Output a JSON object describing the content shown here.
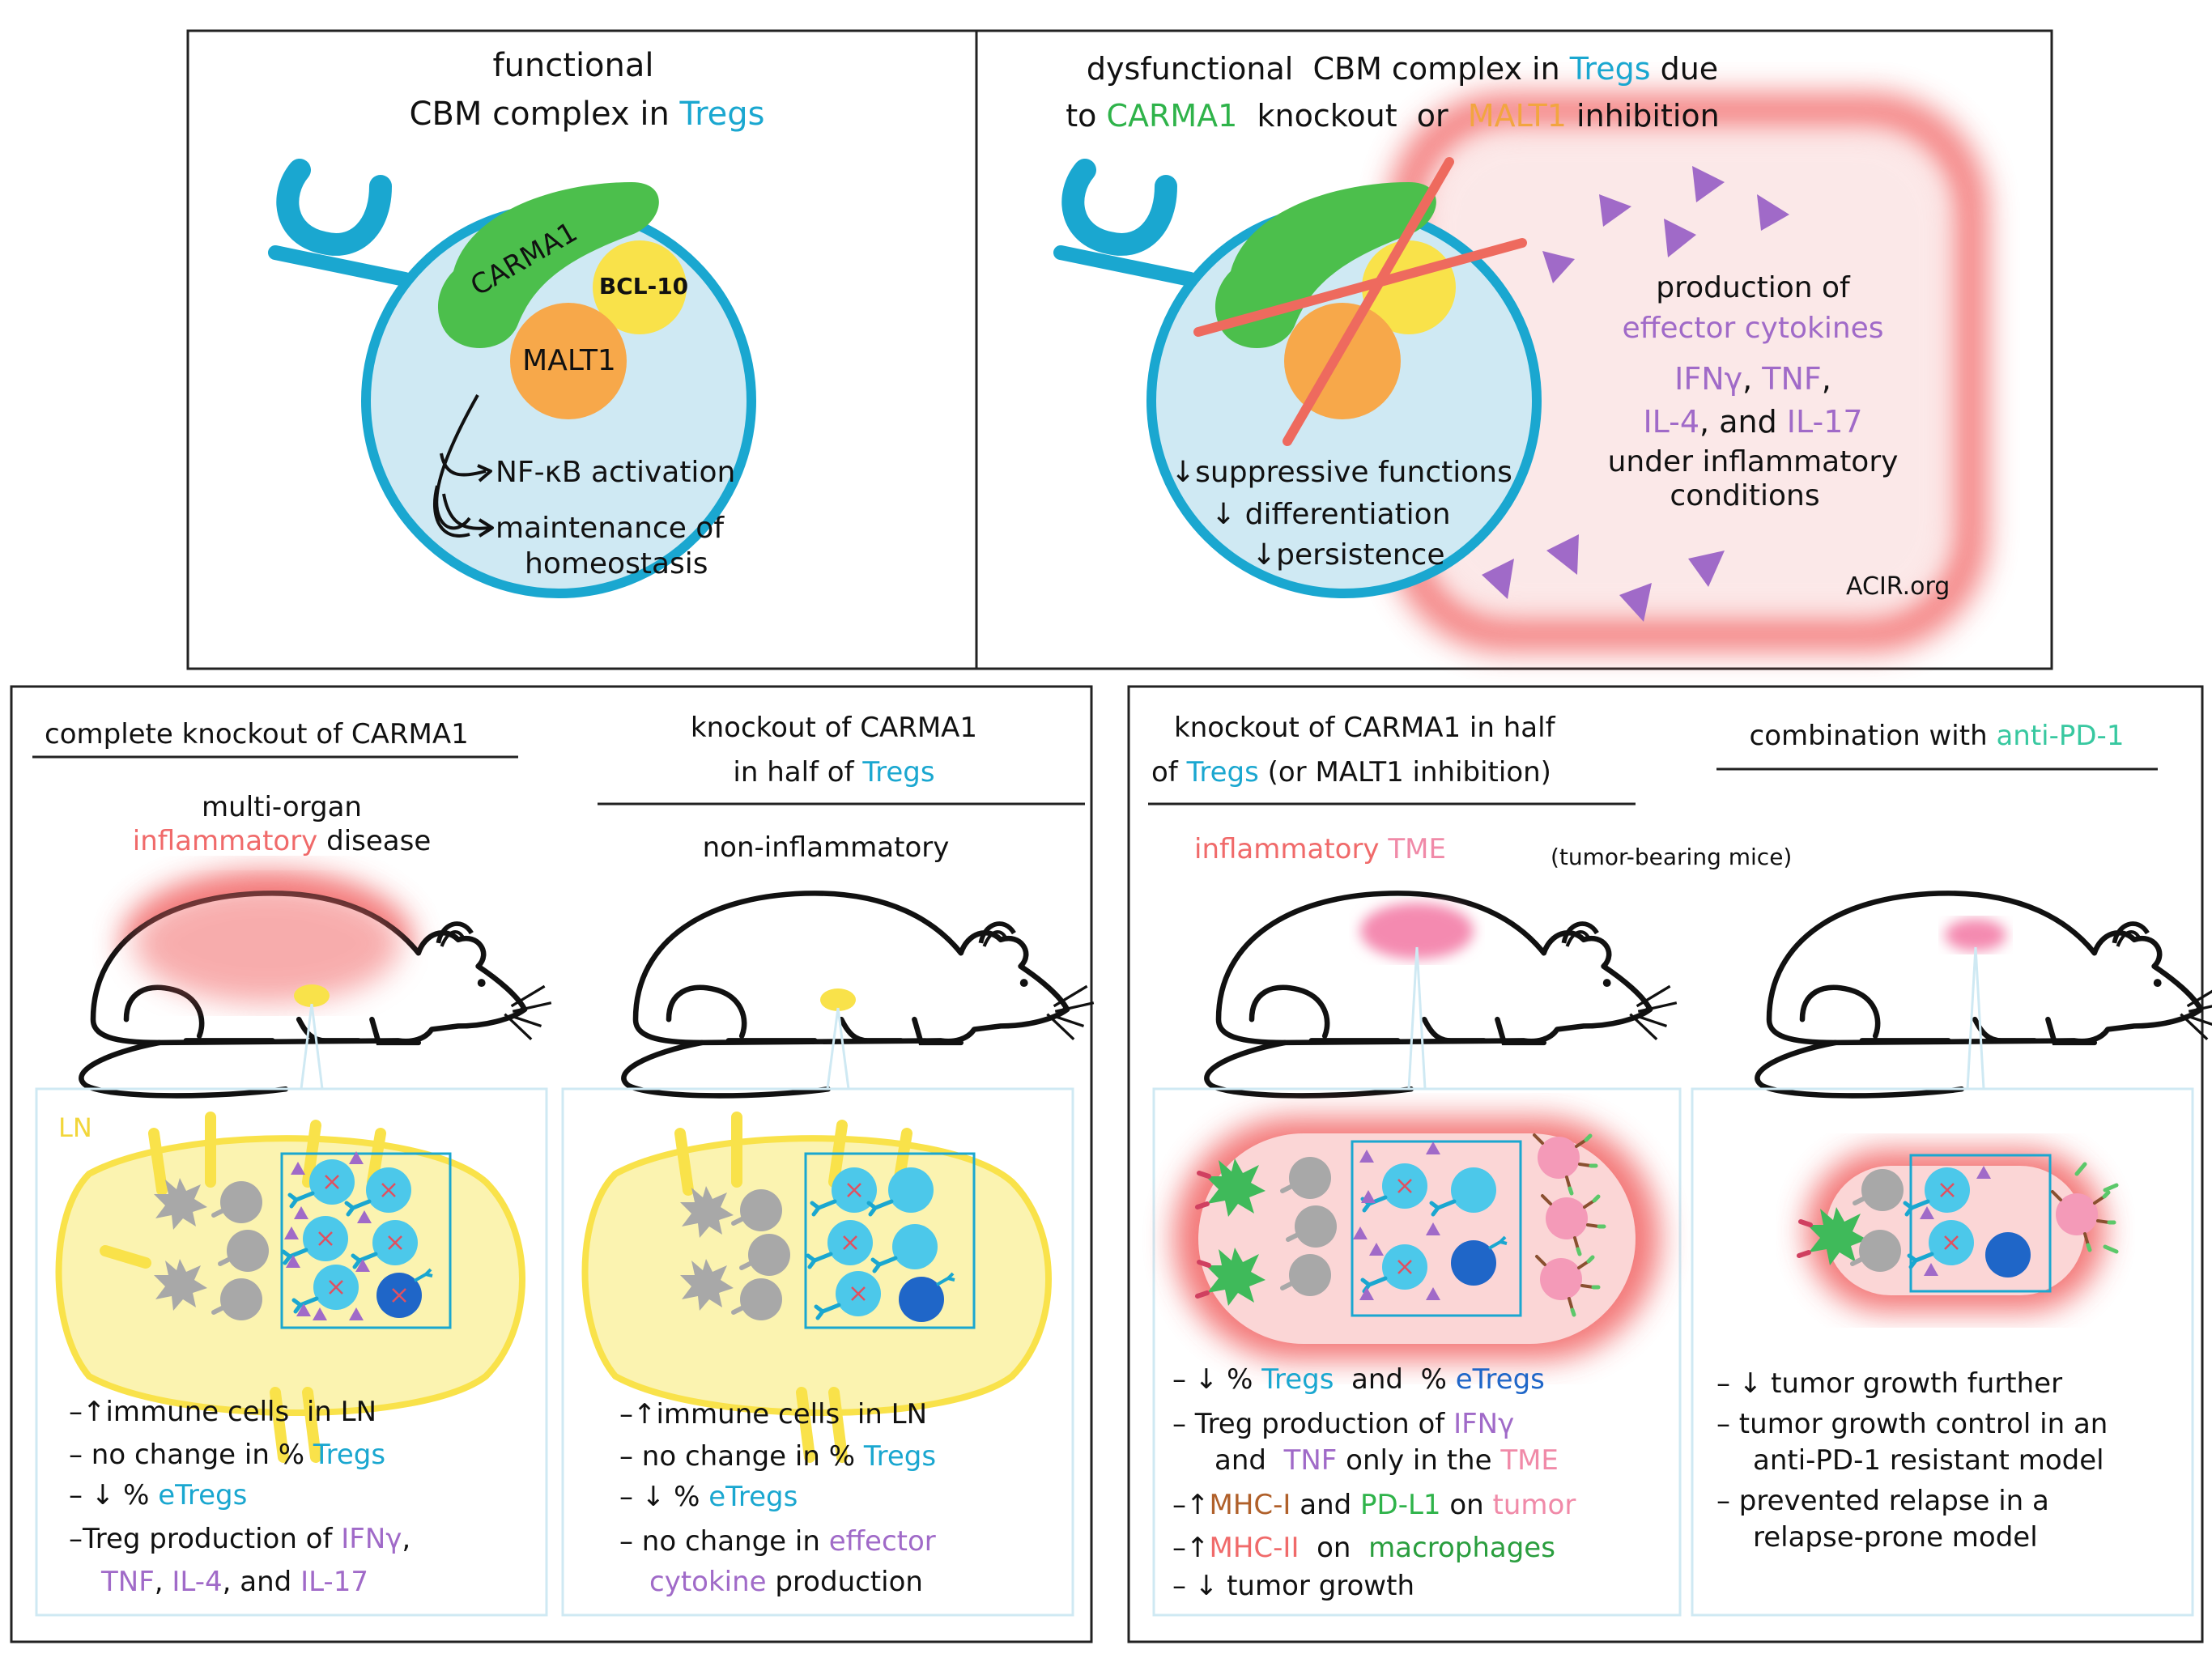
{
  "top_left": {
    "title_line1": "functional",
    "title_line2_a": "CBM complex in ",
    "title_line2_b": "Tregs",
    "carma1": "CARMA1",
    "bcl10": "BCL-10",
    "malt1": "MALT1",
    "arrow1": "NF-κB activation",
    "arrow2_line1": "maintenance of",
    "arrow2_line2": "homeostasis"
  },
  "top_right": {
    "title_line1_a": "dysfunctional  CBM complex in ",
    "title_line1_b": "Tregs",
    "title_line1_c": " due",
    "title_line2_a": "to ",
    "title_line2_b": "CARMA1",
    "title_line2_c": "  knockout  or  ",
    "title_line2_d": "MALT1",
    "title_line2_e": " inhibition",
    "effects": [
      "↓suppressive functions",
      "↓ differentiation",
      "↓persistence"
    ],
    "prod_line1": "production of",
    "prod_line2": "effector cytokines",
    "prod_line3_a": "IFNγ",
    "prod_line3_b": ", ",
    "prod_line3_c": "TNF",
    "prod_line3_d": ",",
    "prod_line4_a": "IL-4",
    "prod_line4_b": ", and ",
    "prod_line4_c": "IL-17",
    "prod_line5": "under inflammatory",
    "prod_line6": "conditions",
    "credit": "ACIR.org"
  },
  "panel1": {
    "header": "complete knockout of CARMA1",
    "sub_line1": "multi-organ",
    "sub_line2_a": "inflammatory",
    "sub_line2_b": " disease",
    "ln_label": "LN",
    "b1": "–↑immune cells  in LN",
    "b2_a": "– no change in % ",
    "b2_b": "Tregs",
    "b3_a": "– ↓ % ",
    "b3_b": "eTregs",
    "b4_a": "–Treg production of ",
    "b4_b": "IFNγ",
    "b4_c": ",",
    "b5_a": "TNF",
    "b5_b": ", ",
    "b5_c": "IL-4",
    "b5_d": ", and ",
    "b5_e": "IL-17"
  },
  "panel2": {
    "header_line1": "knockout of CARMA1",
    "header_line2_a": "in half of ",
    "header_line2_b": "Tregs",
    "sub": "non-inflammatory",
    "b1": "–↑immune cells  in LN",
    "b2_a": "– no change in % ",
    "b2_b": "Tregs",
    "b3_a": "– ↓ % ",
    "b3_b": "eTregs",
    "b4_a": "– no change in ",
    "b4_b": "effector",
    "b5_a": "cytokine",
    "b5_b": " production"
  },
  "panel3": {
    "header_line1": "knockout of CARMA1 in half",
    "header_line2_a": "of ",
    "header_line2_b": "Tregs",
    "header_line2_c": " (or MALT1 inhibition)",
    "sub_a": "inflammatory",
    "sub_b": " TME",
    "sub_note": "(tumor-bearing mice)",
    "b1_a": "– ↓ % ",
    "b1_b": "Tregs",
    "b1_c": "  and  % ",
    "b1_d": "eTregs",
    "b2_a": "– Treg production of ",
    "b2_b": "IFNγ",
    "b3_a": "and  ",
    "b3_b": "TNF",
    "b3_c": " only in the ",
    "b3_d": "TME",
    "b4_a": "–↑",
    "b4_b": "MHC-I",
    "b4_c": " and ",
    "b4_d": "PD-L1",
    "b4_e": " on ",
    "b4_f": "tumor",
    "b5_a": "–↑",
    "b5_b": "MHC-II",
    "b5_c": "  on  ",
    "b5_d": "macrophages",
    "b6": "– ↓ tumor growth"
  },
  "panel4": {
    "header_a": "combination with ",
    "header_b": "anti-PD-1",
    "b1": "– ↓ tumor growth further",
    "b2": "– tumor growth control in an",
    "b3": "anti-PD-1 resistant model",
    "b4": "– prevented relapse in a",
    "b5": "relapse-prone model"
  },
  "colors": {
    "treg_blue": "#1aa7d0",
    "carma1_green": "#4cbf4c",
    "malt1_orange": "#f7a84a",
    "bcl10_yellow": "#f9e24a",
    "cytokine_purple": "#a06ac8",
    "inflammation_red": "#f07070",
    "cell_bg": "#cfe9f3"
  },
  "icons": [
    "receptor-icon",
    "mouse-icon",
    "lymph-node-icon",
    "tumor-icon",
    "cytokine-triangle-icon",
    "cross-out-icon"
  ]
}
